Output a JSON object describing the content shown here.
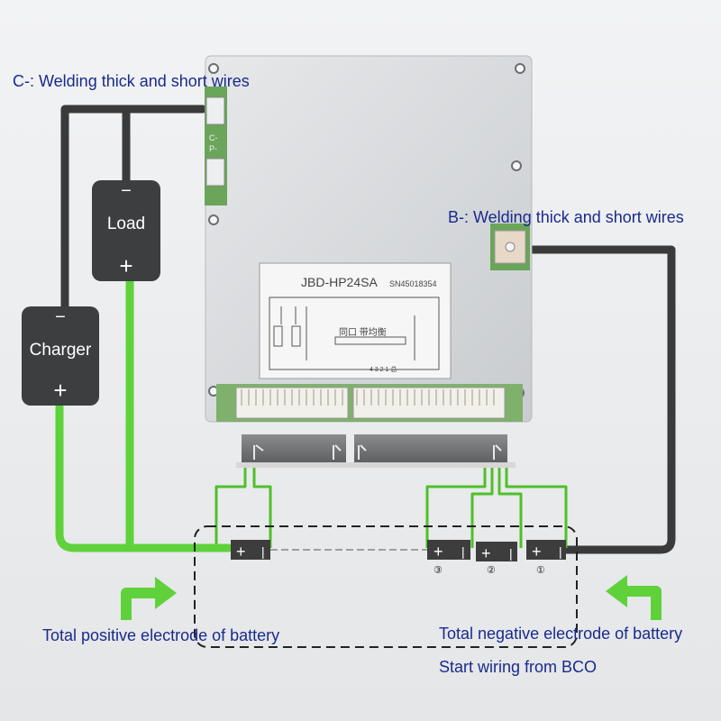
{
  "labels": {
    "c_minus": "C-: Welding thick and short wires",
    "b_minus": "B-: Welding thick and short wires",
    "total_positive": "Total positive electrode of battery",
    "total_negative": "Total negative electrode of battery",
    "start_wiring": "Start wiring from BCO"
  },
  "load": {
    "name": "Load",
    "minus": "−",
    "plus": "+"
  },
  "charger": {
    "name": "Charger",
    "minus": "−",
    "plus": "+"
  },
  "board": {
    "model": "JBD-HP24SA",
    "serial": "SN45018354",
    "pad_c": "C-",
    "pad_p": "P-",
    "schematic_text": "同口 带均衡",
    "pin_numbers": "4  3  2  1 总-"
  },
  "cells": [
    {
      "id": "cell-left",
      "plus": "+",
      "minus": "|"
    },
    {
      "id": "cell-3",
      "plus": "+",
      "minus": "|",
      "marker": "③"
    },
    {
      "id": "cell-2",
      "plus": "+",
      "minus": "|",
      "marker": "②"
    },
    {
      "id": "cell-1",
      "plus": "+",
      "minus": "|",
      "marker": "①"
    }
  ],
  "colors": {
    "wire_dark": "#3a3a3a",
    "wire_green": "#5fd23b",
    "text_blue": "#1a2a8c",
    "board": "#d8dadc",
    "box": "#3c3e40"
  }
}
